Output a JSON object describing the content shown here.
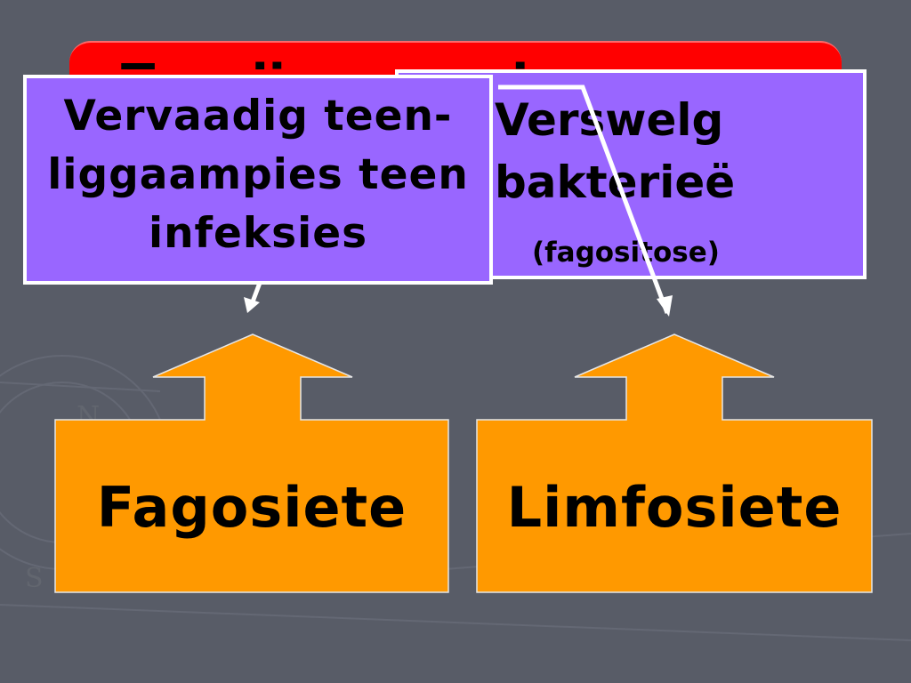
{
  "slide": {
    "title_hidden": "Teenliggaampies",
    "left_card": {
      "lines": [
        "Vervaadig teen-",
        "liggaampies teen",
        "infeksies"
      ]
    },
    "right_card": {
      "lines": [
        "Verswelg",
        "bakterieë"
      ],
      "sub": "(fagositose)"
    },
    "cells": {
      "left": "Fagosiete",
      "right": "Limfosiete"
    }
  },
  "colors": {
    "background": "#585c67",
    "banner": "#ff0000",
    "card": "#9966ff",
    "cell": "#ff9900",
    "connector": "#ffffff"
  }
}
